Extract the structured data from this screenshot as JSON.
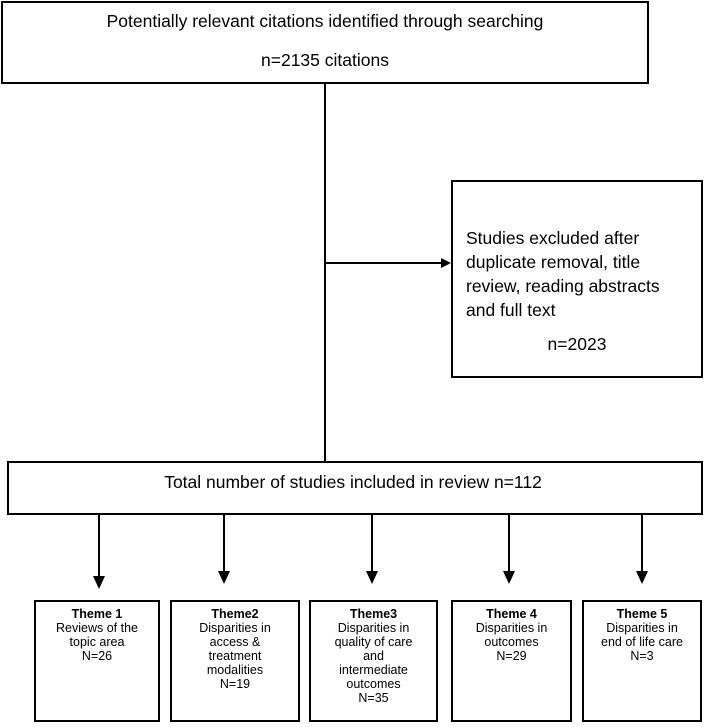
{
  "search": {
    "line1": "Potentially relevant citations identified through searching",
    "line2": "n=2135 citations"
  },
  "excluded": {
    "lines": [
      "Studies excluded after",
      "duplicate removal, title",
      "review, reading abstracts",
      "and full text"
    ],
    "count": "n=2023"
  },
  "total": {
    "label": "Total number of studies included in review n=112"
  },
  "themes": [
    {
      "title": "Theme 1",
      "lines": [
        "Reviews of the",
        "topic area"
      ],
      "n": "N=26"
    },
    {
      "title": "Theme2",
      "lines": [
        "Disparities in",
        "access &",
        "treatment",
        "modalities"
      ],
      "n": "N=19"
    },
    {
      "title": "Theme3",
      "lines": [
        "Disparities in",
        "quality of care",
        "and",
        "intermediate",
        "outcomes"
      ],
      "n": "N=35"
    },
    {
      "title": "Theme 4",
      "lines": [
        "Disparities in",
        "outcomes"
      ],
      "n": "N=29"
    },
    {
      "title": "Theme 5",
      "lines": [
        "Disparities in",
        "end of life care"
      ],
      "n": "N=3"
    }
  ]
}
